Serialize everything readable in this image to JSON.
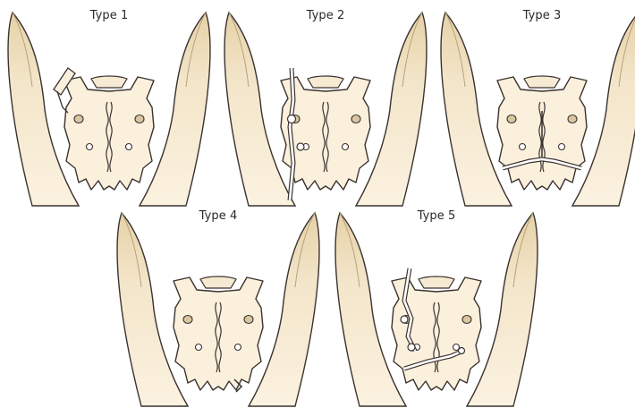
{
  "panels": [
    {
      "label": "Type 1"
    },
    {
      "label": "Type 2"
    },
    {
      "label": "Type 3"
    },
    {
      "label": "Type 4"
    },
    {
      "label": "Type 5"
    }
  ],
  "colors": {
    "bone_fill": "#fbf0dc",
    "bone_outline": "#3a3330",
    "shadow": "#e8d5b0",
    "background": "#ffffff"
  }
}
